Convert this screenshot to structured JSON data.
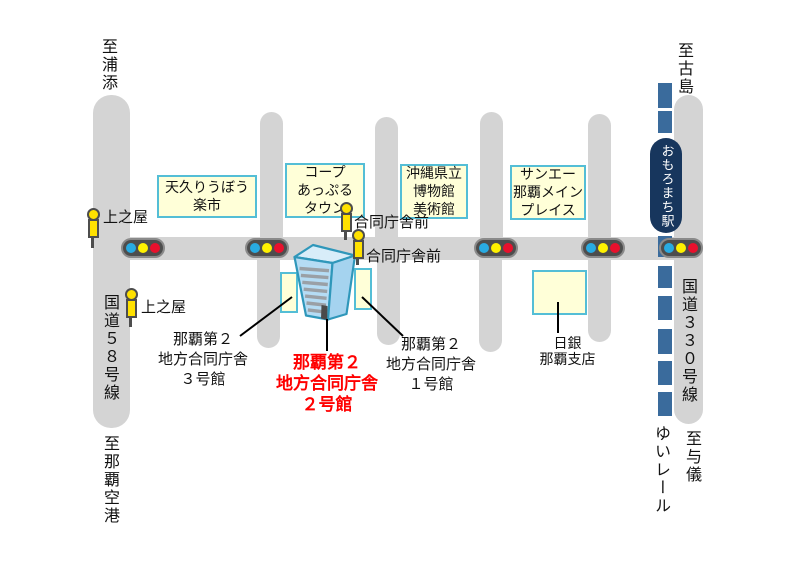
{
  "directions": {
    "to_urasoe": "至浦添",
    "to_furujima": "至古島",
    "to_naha_airport": "至那覇空港",
    "to_yogi": "至与儀"
  },
  "roads": {
    "route_58": "国道５８号線",
    "route_330": "国道３３０号線"
  },
  "monorail": {
    "line_name": "ゆいレール",
    "station_name": "おもろまち駅"
  },
  "bus_stops": {
    "uenoya_north": "上之屋",
    "uenoya_south": "上之屋",
    "godochosha_mae_upper": "合同庁舎前",
    "godochosha_mae_lower": "合同庁舎前"
  },
  "landmarks": {
    "rakuichi": "天久りうぼう\n楽市",
    "coop_apple_town": "コープ\nあっぷる\nタウン",
    "museum": "沖縄県立\n博物館\n美術館",
    "san_a_main_place": "サンエー\n那覇メイン\nプレイス",
    "boj_branch": "日銀\n那覇支店"
  },
  "government_buildings": {
    "building_3_label": "那覇第２\n地方合同庁舎\n３号館",
    "building_2_label": "那覇第２\n地方合同庁舎\n２号館",
    "building_1_label": "那覇第２\n地方合同庁舎\n１号館"
  },
  "colors": {
    "road_gray": "#d4d4d4",
    "landmark_fill": "#ffffd8",
    "landmark_border": "#54bed6",
    "signal_blue": "#29abe2",
    "signal_yellow": "#fff100",
    "signal_red": "#e8112d",
    "bus_stop_yellow": "#ffe100",
    "monorail_blue": "#3a6b9c",
    "station_navy": "#17365d",
    "highlight_red": "#ff0000",
    "building_fill": "#b5dcf4",
    "building_outline": "#2f97ba"
  }
}
